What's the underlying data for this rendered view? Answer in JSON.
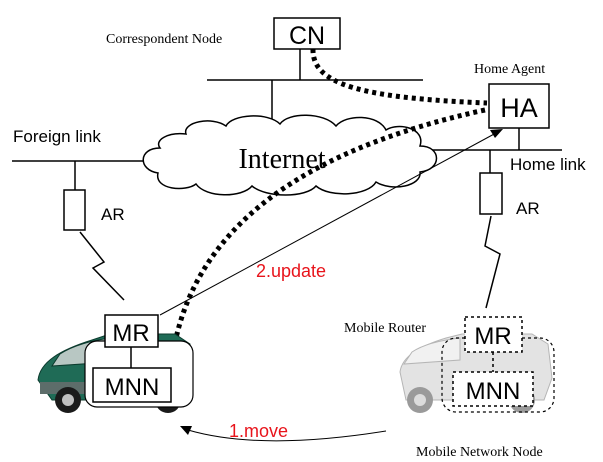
{
  "nodes": {
    "cn": {
      "label": "CN",
      "caption": "Correspondent Node"
    },
    "ha": {
      "label": "HA",
      "caption": "Home Agent"
    },
    "internet": {
      "label": "Internet"
    },
    "foreign_ar": {
      "label": "AR"
    },
    "home_ar": {
      "label": "AR"
    },
    "mr_current": {
      "label": "MR"
    },
    "mnn_current": {
      "label": "MNN"
    },
    "mr_previous": {
      "label": "MR",
      "caption": "Mobile Router"
    },
    "mnn_previous": {
      "label": "MNN",
      "caption": "Mobile Network Node"
    }
  },
  "links": {
    "foreign": "Foreign link",
    "home": "Home link"
  },
  "steps": {
    "move": "1.move",
    "update": "2.update"
  },
  "colors": {
    "line": "#000000",
    "step_text": "#e8141b",
    "car_body": "#1f6b56",
    "car_ghost": "#d6d6d6"
  }
}
